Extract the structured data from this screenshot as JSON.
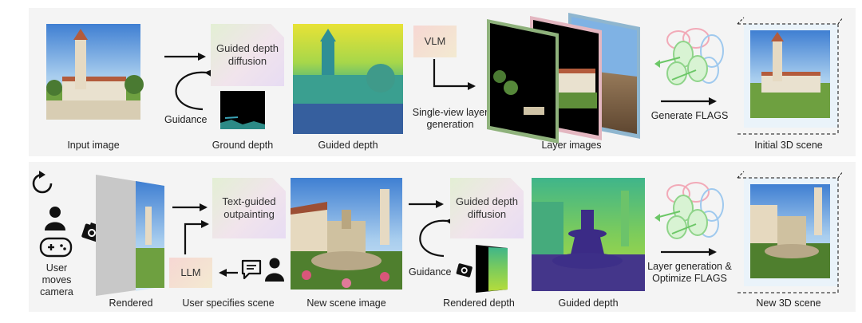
{
  "top_row": {
    "input_image_caption": "Input image",
    "guided_depth_diffusion_box": "Guided depth diffusion",
    "guidance_label": "Guidance",
    "ground_depth_caption": "Ground depth",
    "guided_depth_caption": "Guided depth",
    "vlm_box": "VLM",
    "single_view_label": "Single-view layer generation",
    "layer_images_caption": "Layer images",
    "generate_flags_label": "Generate FLAGS",
    "initial_scene_caption": "Initial 3D scene"
  },
  "bottom_row": {
    "user_moves_camera_label": "User moves camera",
    "rendered_caption": "Rendered",
    "text_guided_box": "Text-guided outpainting",
    "llm_box": "LLM",
    "user_specifies_caption": "User specifies scene",
    "new_scene_image_caption": "New scene image",
    "guided_depth_diffusion_box": "Guided depth diffusion",
    "guidance_label": "Guidance",
    "rendered_depth_caption": "Rendered depth",
    "guided_depth_caption": "Guided depth",
    "layer_generation_label": "Layer generation & Optimize FLAGS",
    "new_scene_caption": "New 3D scene"
  },
  "colors": {
    "panel_bg": "#f4f4f4",
    "layer_frame_green": "#8fb27c",
    "layer_frame_pink": "#e3b6c0",
    "layer_frame_blue": "#8fb6cf",
    "flags_green": "#8fd48a",
    "flags_pink": "#f2aab8",
    "flags_blue": "#9fc9ee"
  }
}
